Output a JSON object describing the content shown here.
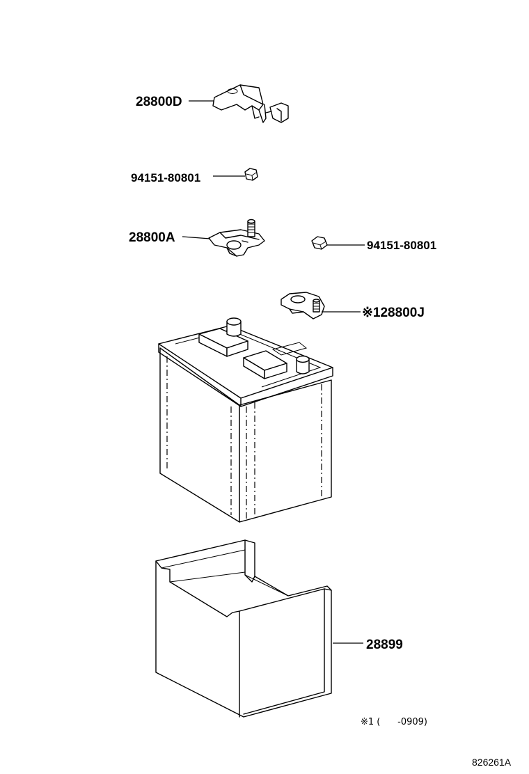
{
  "parts": {
    "top_cover": "28800D",
    "nut_left": "94151-80801",
    "terminal_positive": "28800A",
    "nut_right": "94151-80801",
    "terminal_negative": "※128800J",
    "tray": "28899"
  },
  "footnote": "※1 (      -0909)",
  "diagram_code": "826261A"
}
